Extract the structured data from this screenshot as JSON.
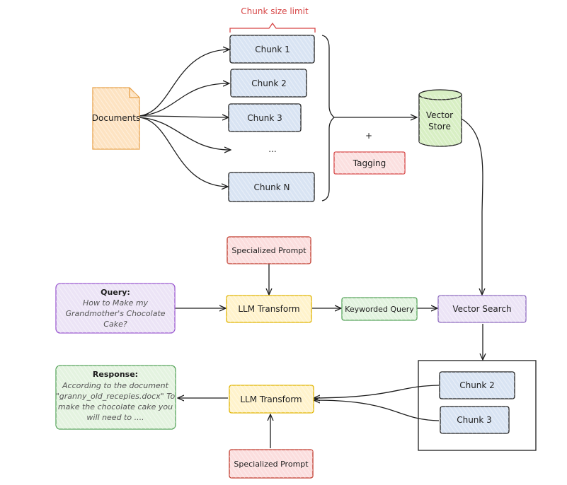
{
  "chunk_size_label": "Chunk size limit",
  "documents_label": "Documents",
  "chunks": [
    {
      "label": "Chunk 1"
    },
    {
      "label": "Chunk 2"
    },
    {
      "label": "Chunk 3"
    },
    {
      "label": "..."
    },
    {
      "label": "Chunk N"
    }
  ],
  "plus_label": "+",
  "tagging_label": "Tagging",
  "vector_store_label": [
    "Vector",
    "Store"
  ],
  "specialized_prompt_top": "Specialized Prompt",
  "query_title": "Query:",
  "query_text": [
    "How to Make my",
    "Grandmother's Chocolate",
    "Cake?"
  ],
  "llm_transform_top": "LLM Transform",
  "keyworded_query_label": "Keyworded Query",
  "vector_search_label": "Vector Search",
  "result_chunks": [
    {
      "label": "Chunk 2"
    },
    {
      "label": "Chunk 3"
    }
  ],
  "llm_transform_bottom": "LLM Transform",
  "specialized_prompt_bottom": "Specialized Prompt",
  "response_title": "Response:",
  "response_text": [
    "According to the document",
    "\"granny_old_recepies.docx\" To",
    "make the chocolate cake you",
    "will need to ...."
  ],
  "colors": {
    "documents_fill": "#fde3c2",
    "documents_stroke": "#e8a24a",
    "chunk_fill": "#d9e4f3",
    "tagging_fill": "#fbe0e0",
    "tagging_stroke": "#d64545",
    "vector_store_fill": "#d8efc4",
    "prompt_fill": "#fbdede",
    "prompt_stroke": "#c0392b",
    "query_fill": "#ece4f6",
    "query_stroke": "#9b59d0",
    "llm_fill": "#fff3cc",
    "llm_stroke": "#e0b400",
    "keyworded_fill": "#e2f3df",
    "keyworded_stroke": "#58a55c",
    "vector_search_fill": "#ece4f6",
    "vector_search_stroke": "#8e6bbf",
    "response_fill": "#e4f3e0",
    "response_stroke": "#58a55c",
    "ink": "#1e1e1e"
  }
}
